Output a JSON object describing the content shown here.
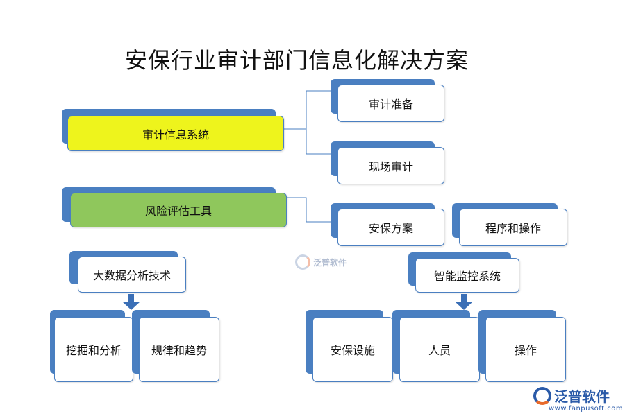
{
  "title": "安保行业审计部门信息化解决方案",
  "nodes": {
    "audit_system": "审计信息系统",
    "audit_prep": "审计准备",
    "onsite_audit": "现场审计",
    "risk_tool": "风险评估工具",
    "security_plan": "安保方案",
    "procedure_ops": "程序和操作",
    "big_data": "大数据分析技术",
    "mining": "挖掘和分析",
    "patterns": "规律和趋势",
    "monitoring": "智能监控系统",
    "facilities": "安保设施",
    "personnel": "人员",
    "operation": "操作"
  },
  "watermark": "泛普软件",
  "logo": {
    "text": "泛普软件",
    "url": "www.fanpusoft.com"
  },
  "colors": {
    "blue": "#4a7fc1",
    "yellow": "#eef41c",
    "green": "#8fc75c"
  }
}
